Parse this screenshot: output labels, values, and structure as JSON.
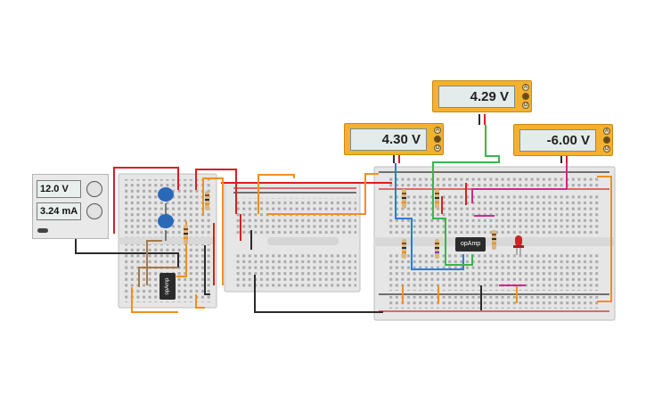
{
  "power_supply": {
    "voltage": "12.0 V",
    "current": "3.24 mA"
  },
  "multimeters": [
    {
      "id": "meter_center",
      "reading": "4.29 V"
    },
    {
      "id": "meter_left",
      "reading": "4.30 V"
    },
    {
      "id": "meter_right",
      "reading": "-6.00 V"
    }
  ],
  "chips": {
    "main": "opAmp",
    "small": "opAmp"
  },
  "colors": {
    "meter_body": "#f3b12f",
    "breadboard": "#e6e6e6",
    "wire_red": "#d82020",
    "wire_orange": "#f0901e",
    "wire_black": "#2b2b2b",
    "wire_blue": "#2a7fd4",
    "wire_green": "#3ab54a",
    "wire_magenta": "#cc2a8c",
    "wire_brown": "#a57a4a"
  }
}
